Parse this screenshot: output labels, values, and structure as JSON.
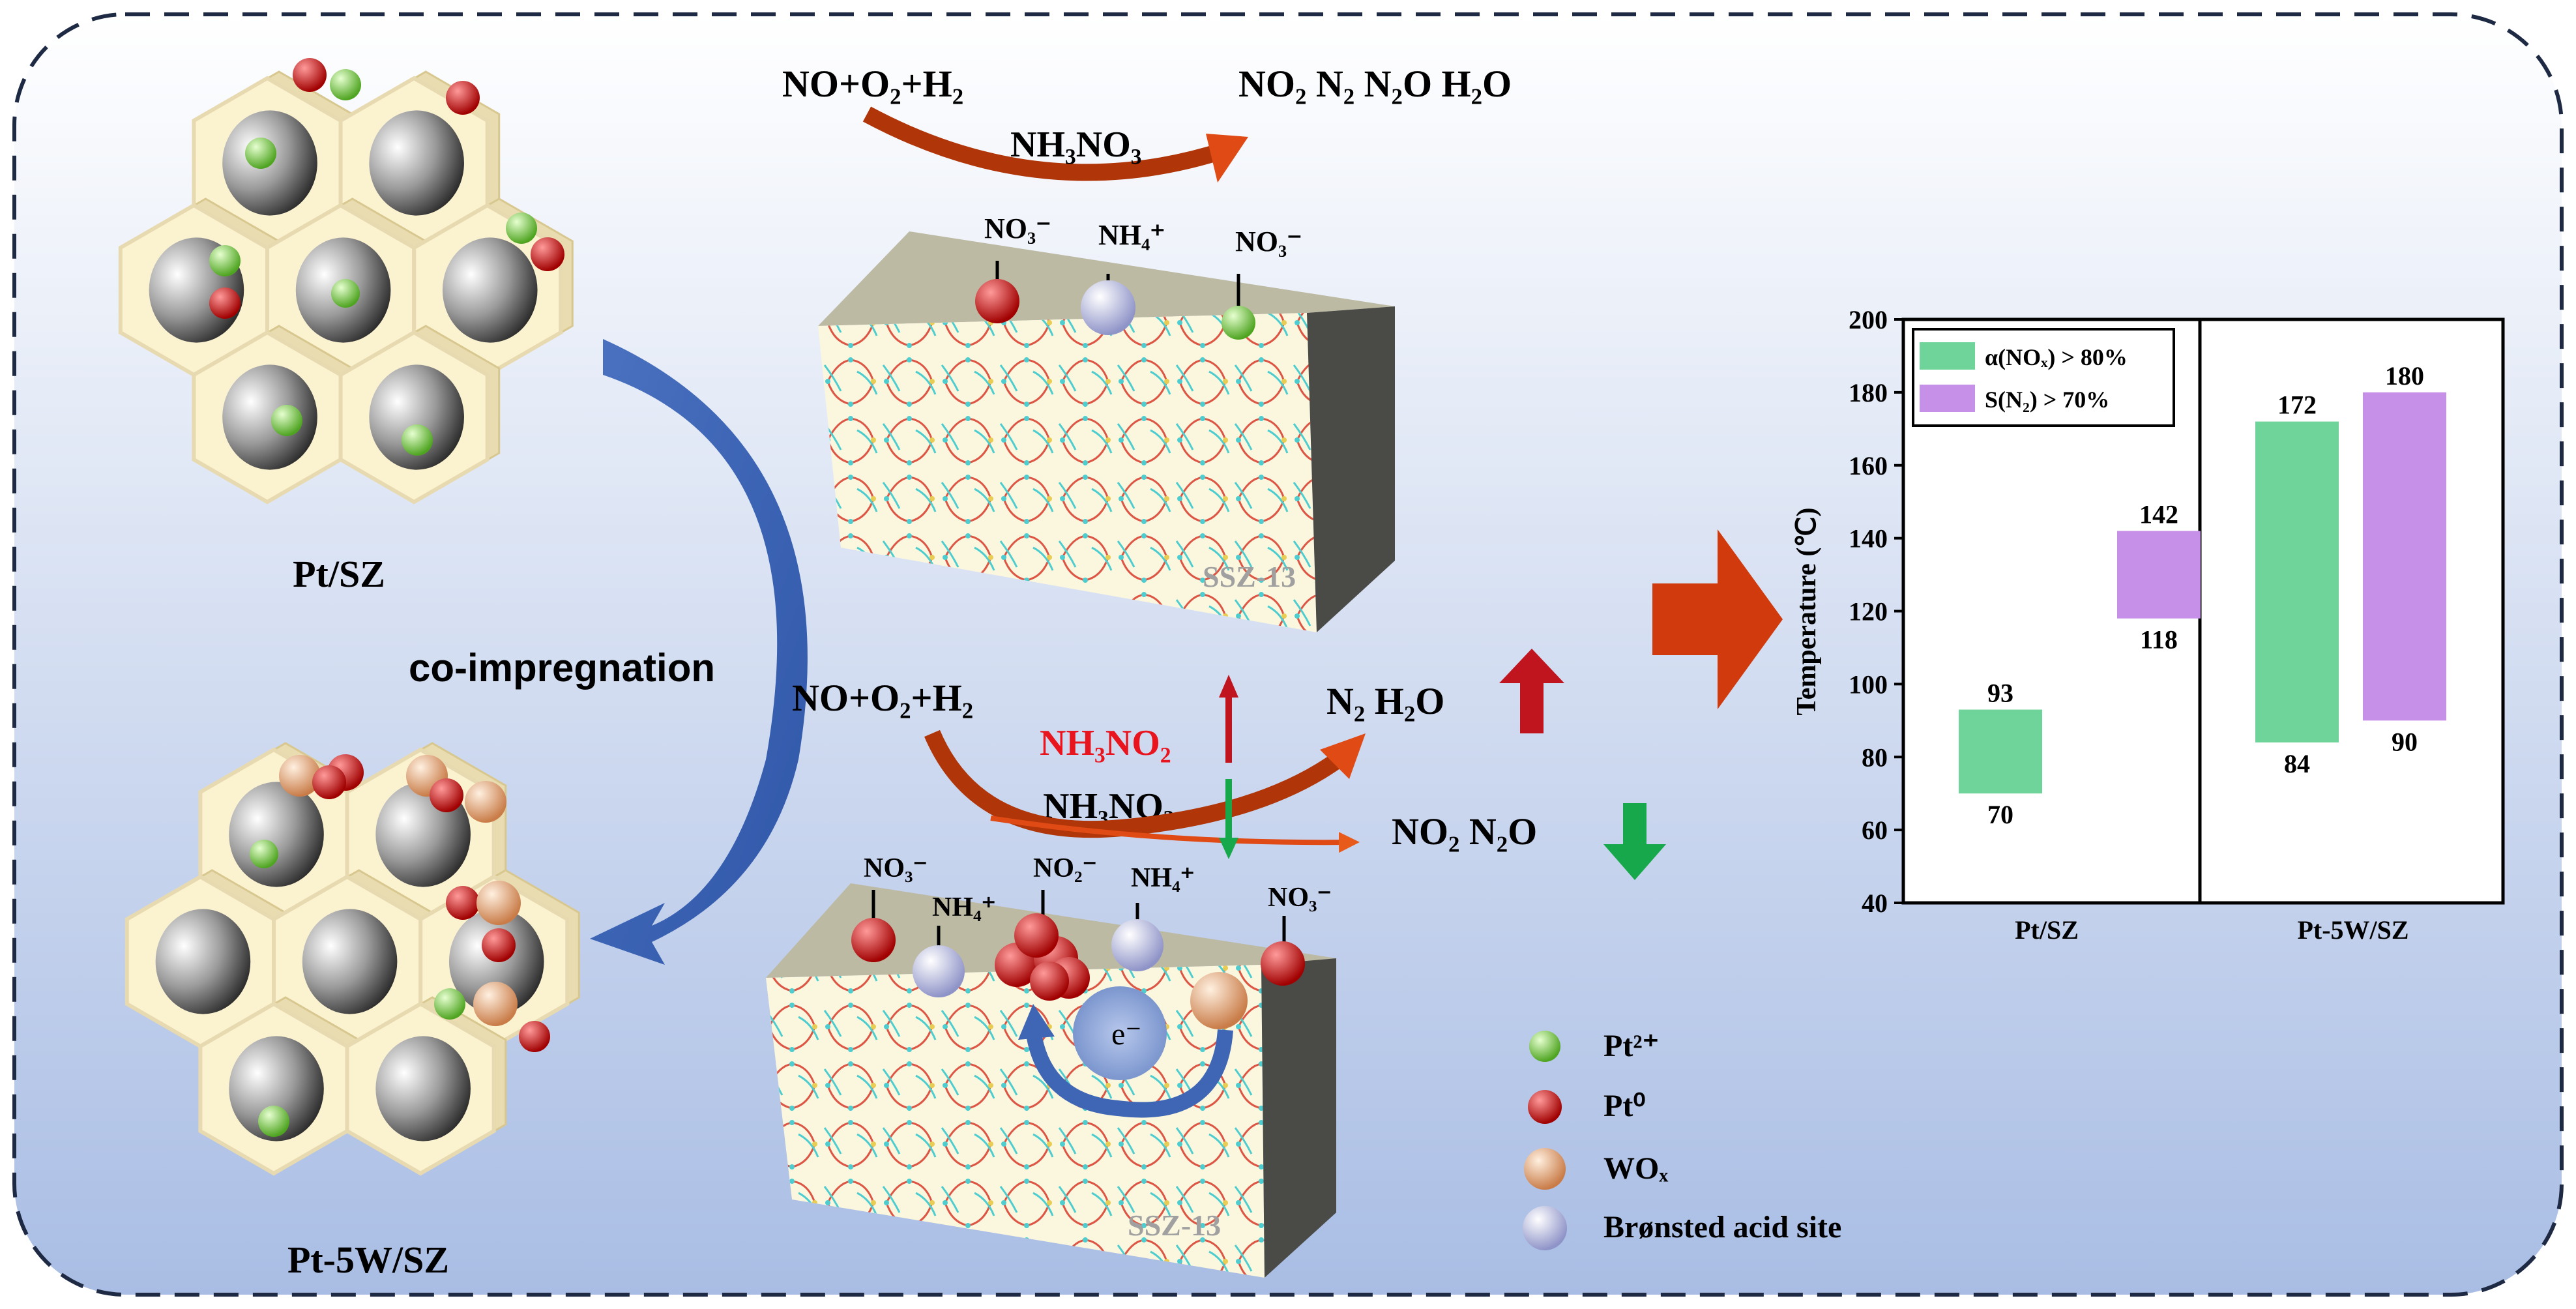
{
  "left": {
    "catalyst_top": "Pt/SZ",
    "catalyst_bottom": "Pt-5W/SZ",
    "arrow_label": "co-impregnation"
  },
  "top_reaction": {
    "reactants": "NO+O₂+H₂",
    "products": "NO₂ N₂ N₂O H₂O",
    "intermediate": "NH₃NO₃",
    "block_label": "SSZ-13",
    "site_labels": [
      "NO₃⁻",
      "NH₄⁺",
      "NO₃⁻"
    ]
  },
  "bottom_reaction": {
    "reactants": "NO+O₂+H₂",
    "intermediate_up": "NH₃NO₂",
    "intermediate_down": "NH₃NO₃",
    "products_up": "N₂ H₂O",
    "products_down": "NO₂ N₂O",
    "block_label": "SSZ-13",
    "electron": "e⁻",
    "site_labels": [
      "NO₃⁻",
      "NH₄⁺",
      "NO₂⁻",
      "NH₄⁺",
      "NO₃⁻"
    ]
  },
  "legend": {
    "items": [
      {
        "label": "Pt²⁺",
        "color": "#6fc43a"
      },
      {
        "label": "Pt⁰",
        "color": "#d01010"
      },
      {
        "label": "WOₓ",
        "color": "#e8a878"
      },
      {
        "label": "Brønsted acid site",
        "color": "#c4c8ea"
      }
    ]
  },
  "colors": {
    "up_arrow": "#c0141e",
    "down_arrow": "#16a84a",
    "big_arrow": "#d13a0c",
    "curved_arrow": "#3f66b4",
    "alpha_bar": "#6fd49a",
    "s_bar": "#c68fe8"
  },
  "chart_data": {
    "type": "bar",
    "title": "",
    "ylabel": "Temperature (℃)",
    "xlabel": "",
    "ylim": [
      40,
      200
    ],
    "yticks": [
      40,
      60,
      80,
      100,
      120,
      140,
      160,
      180,
      200
    ],
    "categories": [
      "Pt/SZ",
      "Pt-5W/SZ"
    ],
    "legend_position": "top-left",
    "series": [
      {
        "name": "α(NOₓ) > 80%",
        "color": "#6fd49a",
        "ranges": [
          [
            70,
            93
          ],
          [
            84,
            172
          ]
        ]
      },
      {
        "name": "S(N₂) > 70%",
        "color": "#c68fe8",
        "ranges": [
          [
            118,
            142
          ],
          [
            90,
            180
          ]
        ]
      }
    ]
  }
}
